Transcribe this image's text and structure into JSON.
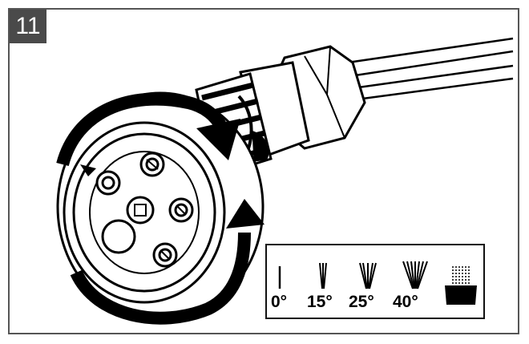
{
  "step": {
    "number": "11"
  },
  "spray_modes": [
    {
      "label": "0°",
      "icon": "spray-0-icon",
      "spread_deg": 0
    },
    {
      "label": "15°",
      "icon": "spray-15-icon",
      "spread_deg": 15
    },
    {
      "label": "25°",
      "icon": "spray-25-icon",
      "spread_deg": 25
    },
    {
      "label": "40°",
      "icon": "spray-40-icon",
      "spread_deg": 40
    },
    {
      "label": "",
      "icon": "brush-icon"
    }
  ],
  "colors": {
    "ink": "#000000",
    "frame": "#555555",
    "badge": "#4a4a4a",
    "paper": "#ffffff"
  }
}
